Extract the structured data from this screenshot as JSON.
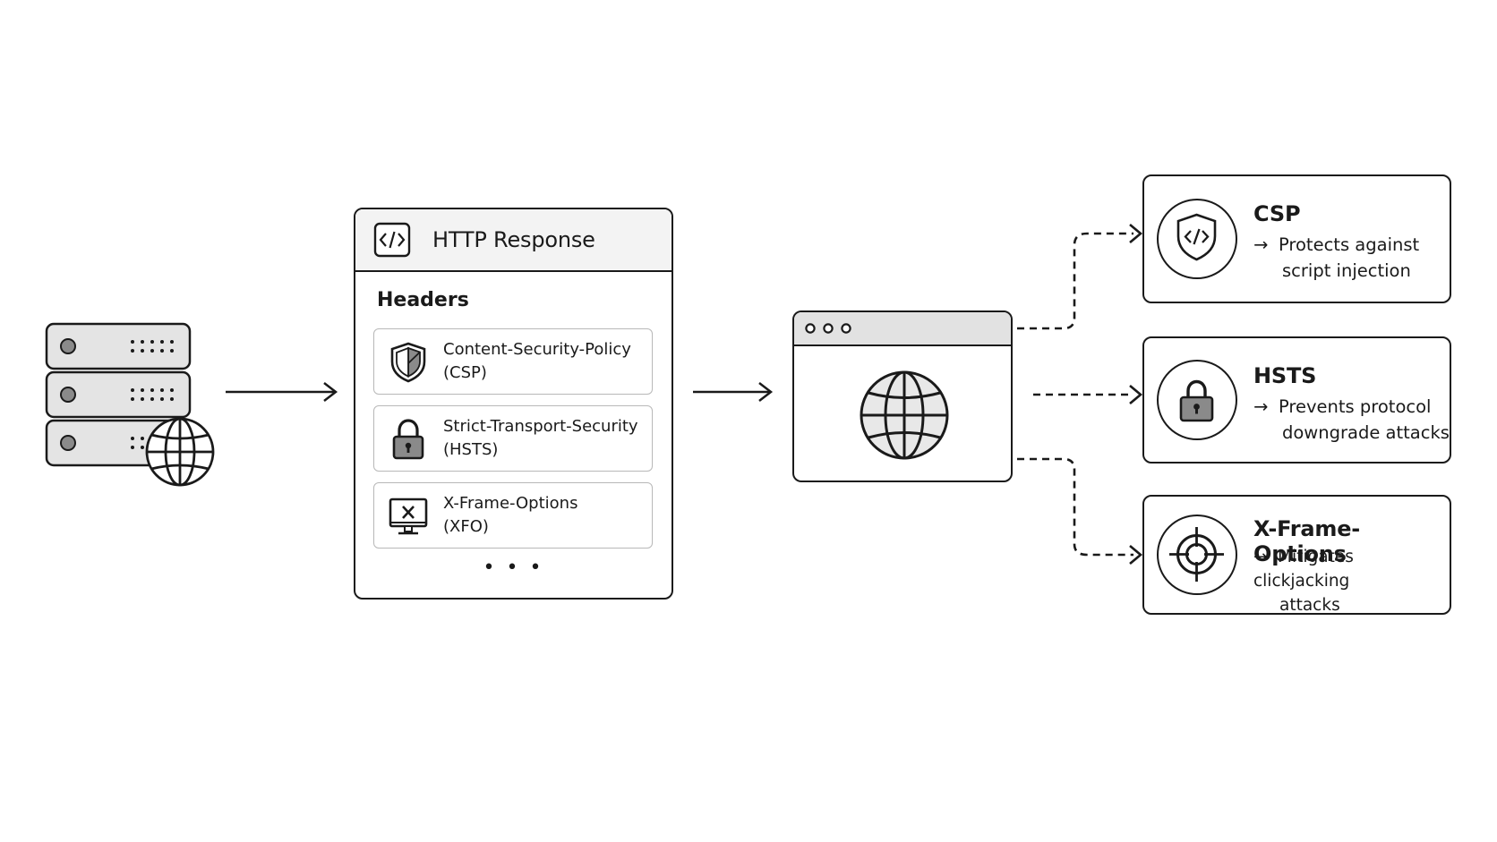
{
  "response": {
    "title": "HTTP Response",
    "headers_label": "Headers",
    "headers": [
      {
        "name_line1": "Content-Security-Policy",
        "name_line2": "(CSP)",
        "icon": "shield-icon"
      },
      {
        "name_line1": "Strict-Transport-Security",
        "name_line2": "(HSTS)",
        "icon": "padlock-icon"
      },
      {
        "name_line1": "X-Frame-Options",
        "name_line2": "(XFO)",
        "icon": "monitor-x-icon"
      }
    ],
    "more": "• • •",
    "icon": "code-brackets-icon"
  },
  "server": {
    "icon": "server-rack-icon",
    "globe_icon": "globe-icon"
  },
  "browser": {
    "icon": "browser-window-icon",
    "globe_icon": "globe-icon"
  },
  "cards": [
    {
      "title": "CSP",
      "desc_line1": "Protects against",
      "desc_line2": "script injection",
      "icon": "shield-code-icon"
    },
    {
      "title": "HSTS",
      "desc_line1": "Prevents protocol",
      "desc_line2": "downgrade attacks",
      "icon": "padlock-icon"
    },
    {
      "title": "X-Frame-Options",
      "desc_line1": "Mitigates clickjacking",
      "desc_line2": "attacks",
      "icon": "crosshair-target-icon"
    }
  ],
  "arrow_glyph": "→",
  "colors": {
    "stroke": "#1a1a1a",
    "panel_fill": "#f3f3f3",
    "server_fill": "#e4e4e4",
    "icon_fill": "#8a8a8a"
  }
}
